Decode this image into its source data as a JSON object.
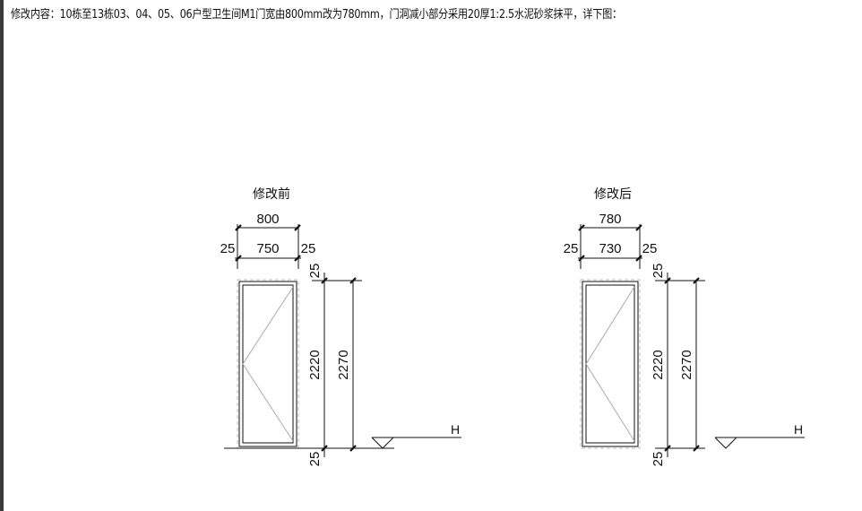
{
  "note": "修改内容：10栋至13栋03、04、05、06户型卫生间M1门宽由800mm改为780mm，门洞减小部分采用20厚1:2.5水泥砂浆抹平，详下图：",
  "panels": [
    {
      "title": "修改前",
      "overall_width": "800",
      "clear_width": "750",
      "side_left": "25",
      "side_right": "25",
      "top_gap": "25",
      "bottom_gap": "25",
      "door_height": "2220",
      "total_height": "2270",
      "level_label": "H"
    },
    {
      "title": "修改后",
      "overall_width": "780",
      "clear_width": "730",
      "side_left": "25",
      "side_right": "25",
      "top_gap": "25",
      "bottom_gap": "25",
      "door_height": "2220",
      "total_height": "2270",
      "level_label": "H"
    }
  ],
  "colors": {
    "line": "#111111",
    "dashed": "#bbbbbb",
    "leaf": "#aaaaaa"
  }
}
